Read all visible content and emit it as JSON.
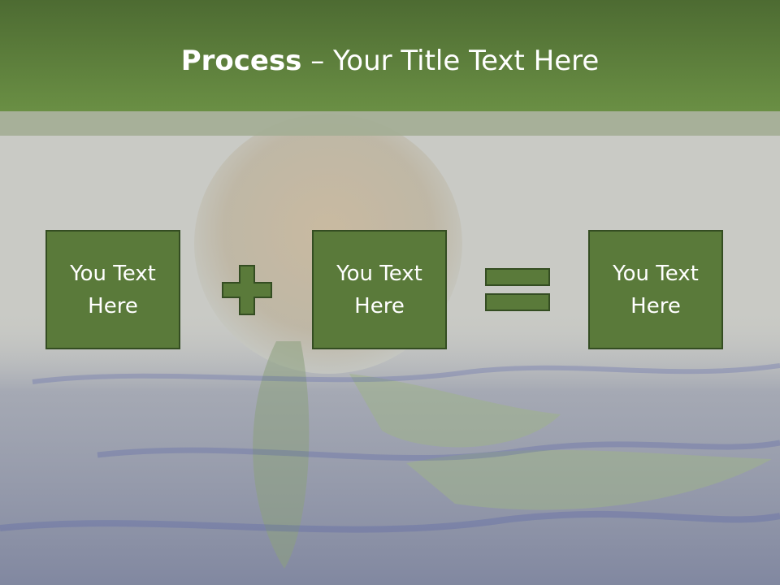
{
  "slide": {
    "title_bold": "Process",
    "title_rest": " – Your Title Text Here"
  },
  "boxes": [
    {
      "text": "You Text Here"
    },
    {
      "text": "You Text Here"
    },
    {
      "text": "You Text Here"
    }
  ],
  "operators": [
    "plus-icon",
    "equals-icon"
  ],
  "colors": {
    "header": "#5b7c3a",
    "box_fill": "#5a7a3a",
    "box_border": "#344d22",
    "background": "#c9cac5",
    "water_accent": "#3f4f9a"
  }
}
